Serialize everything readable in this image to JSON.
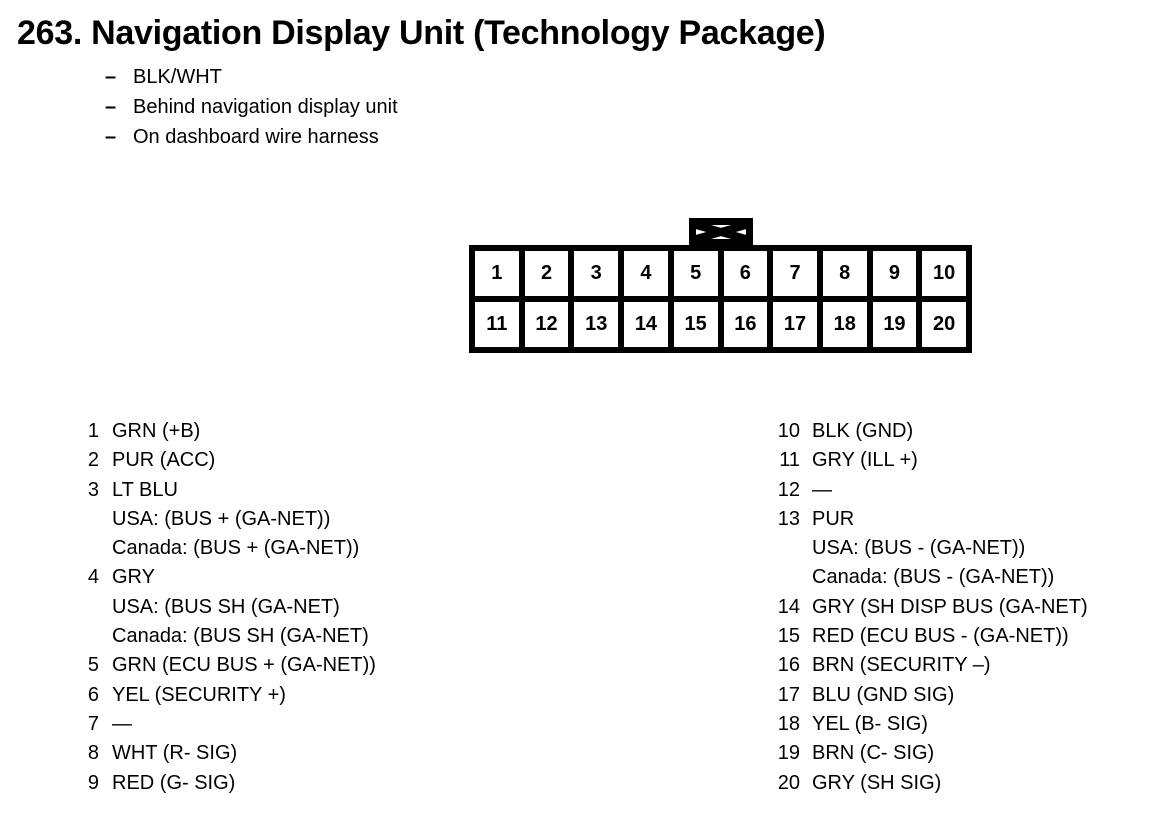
{
  "page": {
    "title": "263. Navigation Display Unit (Technology Package)",
    "dash": "–",
    "notes": [
      "BLK/WHT",
      "Behind navigation display unit",
      "On dashboard wire harness"
    ]
  },
  "connector": {
    "top_row": [
      "1",
      "2",
      "3",
      "4",
      "5",
      "6",
      "7",
      "8",
      "9",
      "10"
    ],
    "bottom_row": [
      "11",
      "12",
      "13",
      "14",
      "15",
      "16",
      "17",
      "18",
      "19",
      "20"
    ]
  },
  "pinout": {
    "left": [
      {
        "num": "1",
        "lines": [
          "GRN (+B)"
        ]
      },
      {
        "num": "2",
        "lines": [
          "PUR (ACC)"
        ]
      },
      {
        "num": "3",
        "lines": [
          "LT BLU",
          "USA: (BUS + (GA-NET))",
          "Canada: (BUS + (GA-NET))"
        ]
      },
      {
        "num": "4",
        "lines": [
          "GRY",
          "USA: (BUS SH (GA-NET)",
          "Canada: (BUS SH (GA-NET)"
        ]
      },
      {
        "num": "5",
        "lines": [
          "GRN (ECU BUS + (GA-NET))"
        ]
      },
      {
        "num": "6",
        "lines": [
          "YEL (SECURITY +)"
        ]
      },
      {
        "num": "7",
        "lines": [
          "—"
        ]
      },
      {
        "num": "8",
        "lines": [
          "WHT (R- SIG)"
        ]
      },
      {
        "num": "9",
        "lines": [
          "RED (G- SIG)"
        ]
      }
    ],
    "right": [
      {
        "num": "10",
        "lines": [
          "BLK (GND)"
        ]
      },
      {
        "num": "11",
        "lines": [
          "GRY (ILL +)"
        ]
      },
      {
        "num": "12",
        "lines": [
          "—"
        ]
      },
      {
        "num": "13",
        "lines": [
          "PUR",
          "USA: (BUS - (GA-NET))",
          "Canada: (BUS - (GA-NET))"
        ]
      },
      {
        "num": "14",
        "lines": [
          "GRY (SH DISP BUS (GA-NET)"
        ]
      },
      {
        "num": "15",
        "lines": [
          "RED (ECU BUS - (GA-NET))"
        ]
      },
      {
        "num": "16",
        "lines": [
          "BRN (SECURITY –)"
        ]
      },
      {
        "num": "17",
        "lines": [
          "BLU (GND SIG)"
        ]
      },
      {
        "num": "18",
        "lines": [
          "YEL (B- SIG)"
        ]
      },
      {
        "num": "19",
        "lines": [
          "BRN (C- SIG)"
        ]
      },
      {
        "num": "20",
        "lines": [
          "GRY (SH SIG)"
        ]
      }
    ]
  },
  "colors": {
    "ink": "#000000",
    "paper": "#ffffff"
  }
}
